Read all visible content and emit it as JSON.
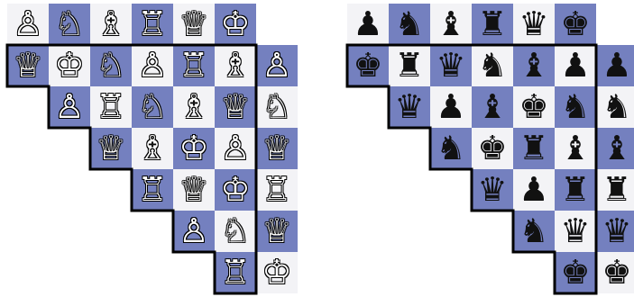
{
  "colors": {
    "light_square": "#f3f3f6",
    "dark_square": "#7480bf",
    "outline": "#000000"
  },
  "boards": [
    {
      "name": "left",
      "color": "w",
      "rows": [
        [
          "pawn",
          "knight",
          "bishop",
          "rook",
          "queen",
          "king"
        ],
        [
          "queen",
          "king",
          "knight",
          "pawn",
          "rook",
          "bishop",
          "pawn"
        ],
        [
          null,
          "pawn",
          "rook",
          "knight",
          "bishop",
          "queen",
          "knight"
        ],
        [
          null,
          null,
          "queen",
          "bishop",
          "king",
          "pawn",
          "queen"
        ],
        [
          null,
          null,
          null,
          "rook",
          "queen",
          "king",
          "rook"
        ],
        [
          null,
          null,
          null,
          null,
          "pawn",
          "knight",
          "queen"
        ],
        [
          null,
          null,
          null,
          null,
          null,
          "rook",
          "king"
        ]
      ]
    },
    {
      "name": "right",
      "color": "b",
      "rows": [
        [
          "pawn",
          "knight",
          "bishop",
          "rook",
          "queen",
          "king"
        ],
        [
          "king",
          "rook",
          "queen",
          "knight",
          "bishop",
          "pawn",
          "pawn"
        ],
        [
          null,
          "queen",
          "pawn",
          "bishop",
          "king",
          "knight",
          "knight"
        ],
        [
          null,
          null,
          "knight",
          "king",
          "rook",
          "bishop",
          "bishop"
        ],
        [
          null,
          null,
          null,
          "queen",
          "pawn",
          "rook",
          "rook"
        ],
        [
          null,
          null,
          null,
          null,
          "knight",
          "queen",
          "queen"
        ],
        [
          null,
          null,
          null,
          null,
          null,
          "king",
          "king"
        ]
      ]
    }
  ]
}
